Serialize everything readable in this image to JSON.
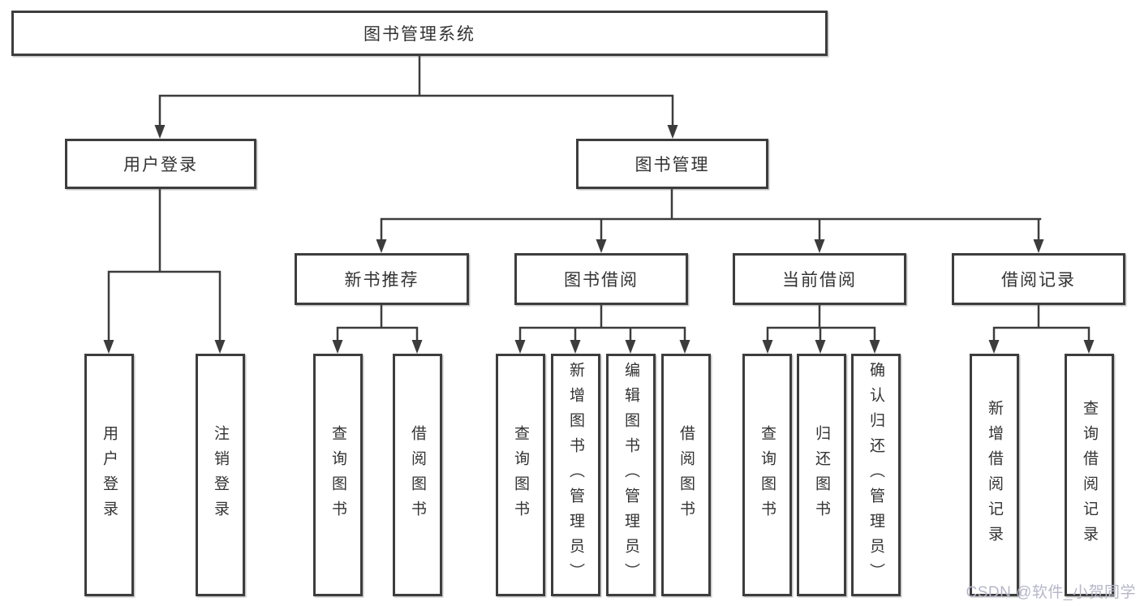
{
  "diagram": {
    "tree": {
      "root": {
        "label": "图书管理系统"
      },
      "branches": [
        {
          "label": "用户登录",
          "leaves": [
            {
              "label": "用户登录"
            },
            {
              "label": "注销登录"
            }
          ]
        },
        {
          "label": "图书管理",
          "sections": [
            {
              "label": "新书推荐",
              "leaves": [
                {
                  "label": "查询图书"
                },
                {
                  "label": "借阅图书"
                }
              ]
            },
            {
              "label": "图书借阅",
              "leaves": [
                {
                  "label": "查询图书"
                },
                {
                  "label": "新增图书（管理员）"
                },
                {
                  "label": "编辑图书（管理员）"
                },
                {
                  "label": "借阅图书"
                }
              ]
            },
            {
              "label": "当前借阅",
              "leaves": [
                {
                  "label": "查询图书"
                },
                {
                  "label": "归还图书"
                },
                {
                  "label": "确认归还（管理员）"
                }
              ]
            },
            {
              "label": "借阅记录",
              "leaves": [
                {
                  "label": "新增借阅记录"
                },
                {
                  "label": "查询借阅记录"
                }
              ]
            }
          ]
        }
      ]
    },
    "colors": {
      "line": "#3c3c3c",
      "box_border": "#3d3d3d",
      "text": "#333333",
      "background": "#ffffff",
      "watermark": "#b6b6c9"
    }
  },
  "watermark": {
    "text": "CSDN @软件_小贺同学"
  }
}
